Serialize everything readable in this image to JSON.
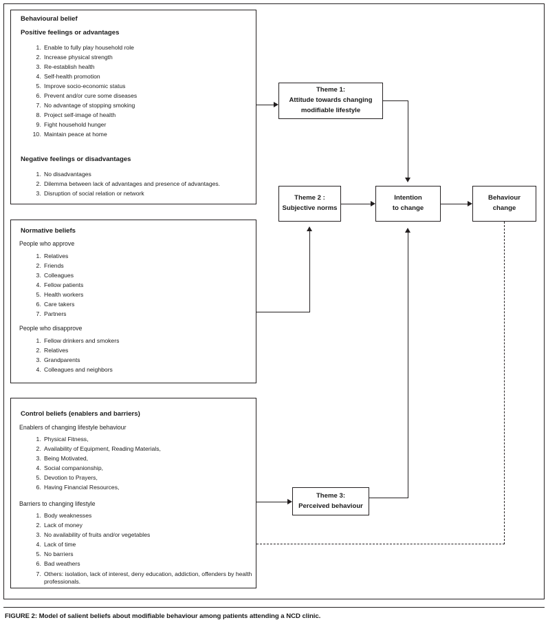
{
  "figure": {
    "caption": "FIGURE 2: Model of salient beliefs about modifiable behaviour among patients attending a NCD clinic."
  },
  "panels": {
    "behavioural": {
      "title": "Behavioural belief",
      "positive_heading": "Positive feelings or advantages",
      "positive_items": [
        "Enable to fully play household role",
        "Increase physical strength",
        "Re-establish health",
        "Self-health promotion",
        "Improve socio-economic status",
        "Prevent and/or cure some diseases",
        "No advantage of stopping smoking",
        "Project self-image of health",
        "Fight household hunger",
        "Maintain peace at home"
      ],
      "negative_heading": "Negative feelings or disadvantages",
      "negative_items": [
        "No disadvantages",
        "Dilemma between lack of advantages and presence of advantages.",
        "Disruption of social relation or network"
      ]
    },
    "normative": {
      "title": "Normative beliefs",
      "approve_heading": "People who approve",
      "approve_items": [
        "Relatives",
        "Friends",
        "Colleagues",
        "Fellow patients",
        "Health workers",
        "Care takers",
        "Partners"
      ],
      "disapprove_heading": "People who disapprove",
      "disapprove_items": [
        "Fellow drinkers and smokers",
        "Relatives",
        "Grandparents",
        "Colleagues and neighbors"
      ]
    },
    "control": {
      "title": "Control beliefs (enablers and barriers)",
      "enablers_heading": "Enablers of changing lifestyle behaviour",
      "enablers_items": [
        "Physical Fitness,",
        "Availability of Equipment, Reading Materials,",
        "Being Motivated,",
        "Social companionship,",
        "Devotion to Prayers,",
        "Having Financial Resources,"
      ],
      "barriers_heading": "Barriers to changing lifestyle",
      "barriers_items": [
        "Body weaknesses",
        "Lack of money",
        "No availability of fruits and/or vegetables",
        "Lack of time",
        "No barriers",
        "Bad weathers",
        "Others: isolation, lack of interest, deny education, addiction, offenders by health professionals."
      ]
    }
  },
  "nodes": {
    "theme1": {
      "line1": "Theme 1:",
      "line2": "Attitude towards changing",
      "line3": "modifiable lifestyle"
    },
    "theme2": {
      "line1": "Theme 2 :",
      "line2": "Subjective norms"
    },
    "theme3": {
      "line1": "Theme 3:",
      "line2": "Perceived behaviour"
    },
    "intention": {
      "line1": "Intention",
      "line2": "to change"
    },
    "behaviour": {
      "line1": "Behaviour",
      "line2": "change"
    }
  },
  "colors": {
    "stroke": "#231f20",
    "text": "#1a1a1a",
    "background": "#ffffff"
  }
}
